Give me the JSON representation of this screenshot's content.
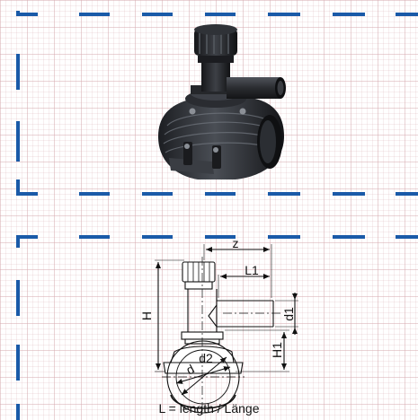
{
  "accent_color": "#1a5aa8",
  "drawing": {
    "label_z": "z",
    "label_l1": "L1",
    "label_h": "H",
    "label_h1": "H1",
    "label_d1": "d1",
    "label_d2": "d2",
    "label_d": "d"
  },
  "caption": "L = length / Länge"
}
